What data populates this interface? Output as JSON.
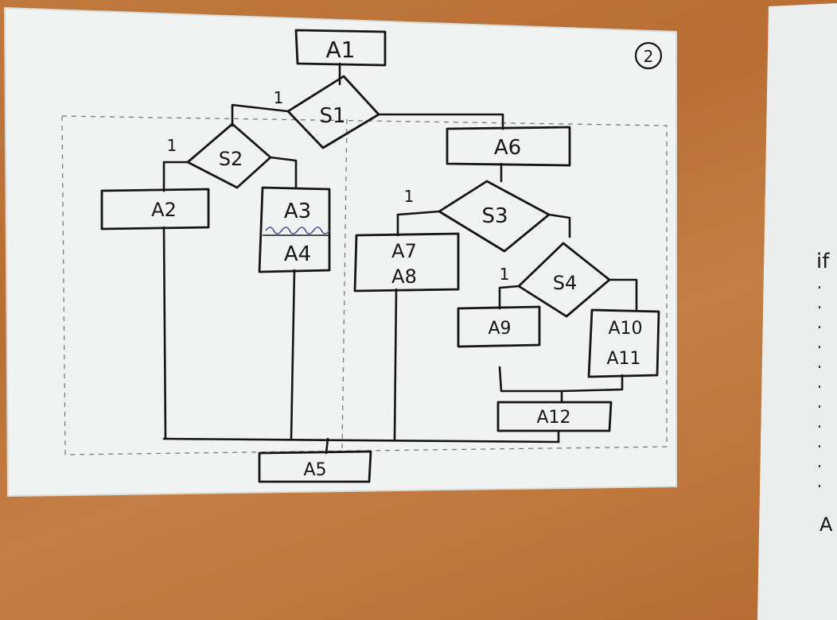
{
  "sheet_number": "2",
  "actions": {
    "a1": "A1",
    "a2": "A2",
    "a3": "A3",
    "a4": "A4",
    "a5": "A5",
    "a6": "A6",
    "a7": "A7",
    "a8": "A8",
    "a9": "A9",
    "a10": "A10",
    "a11": "A11",
    "a12": "A12"
  },
  "conditions": {
    "s1": "S1",
    "s2": "S2",
    "s3": "S3",
    "s4": "S4"
  },
  "branch_label": "1",
  "right_sheet": {
    "top_text": "if",
    "bottom_text": "A"
  }
}
